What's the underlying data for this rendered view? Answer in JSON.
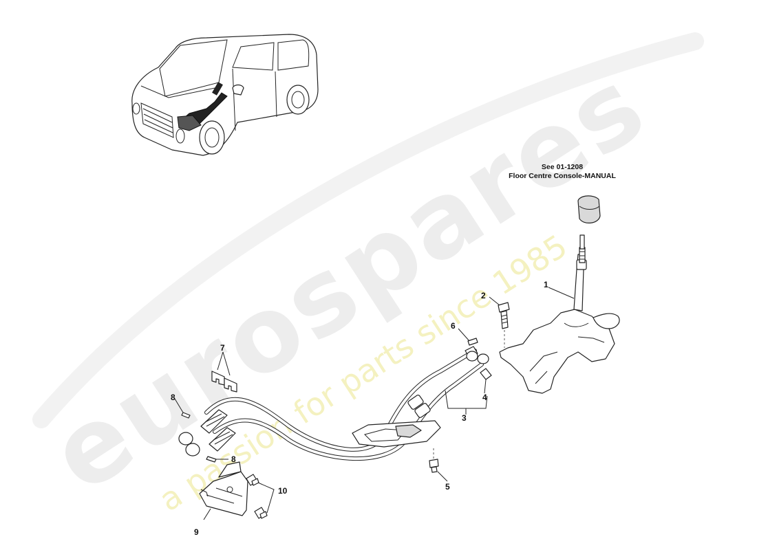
{
  "watermark": {
    "brand": "eurospares",
    "tagline": "a passion for parts since 1985"
  },
  "reference_note": {
    "line1": "See 01-1208",
    "line2": "Floor Centre Console-MANUAL"
  },
  "callouts": [
    "1",
    "2",
    "3",
    "4",
    "5",
    "6",
    "7",
    "8",
    "8",
    "9",
    "10"
  ]
}
